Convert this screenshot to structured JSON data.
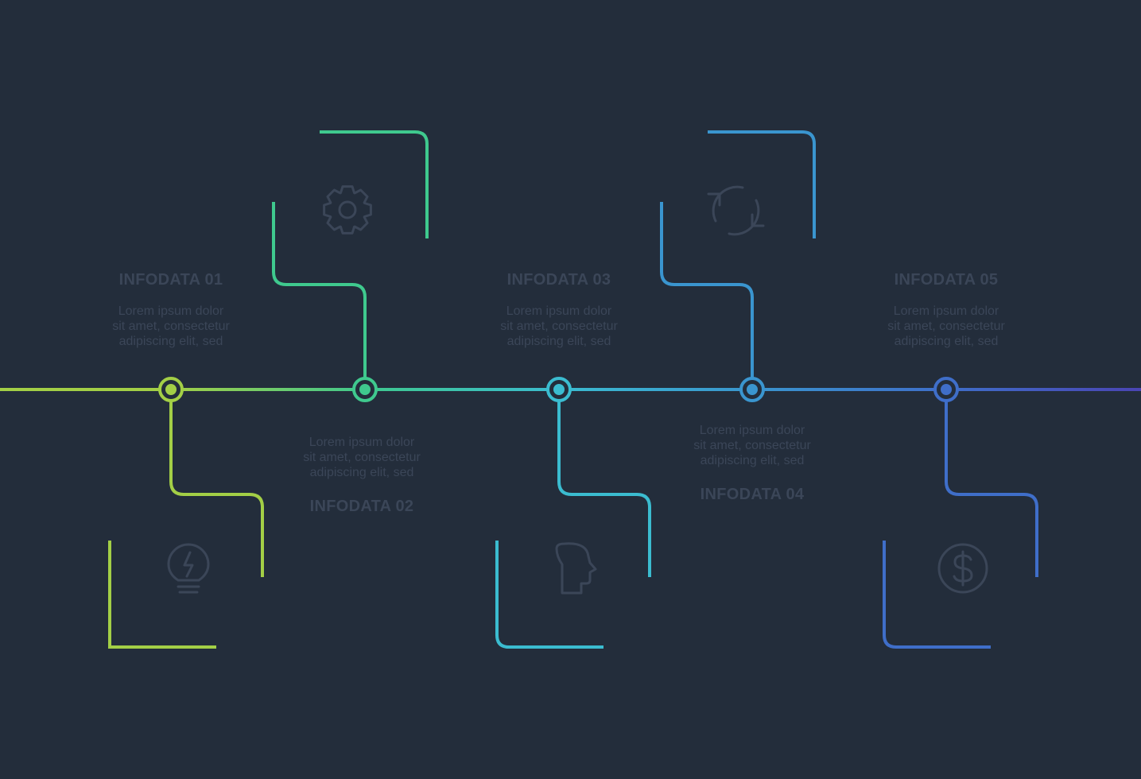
{
  "colors": {
    "background": "#232d3b",
    "muted_text": "#3b4658",
    "icon": "#3b4658",
    "step1": "#a3cf46",
    "step2": "#3fc98e",
    "step3": "#3bbcd0",
    "step4": "#3a95cf",
    "step5": "#3f6ec9",
    "tail": "#4a45b3"
  },
  "steps": [
    {
      "title": "INFODATA 01",
      "text": [
        "Lorem ipsum dolor",
        "sit amet, consectetur",
        "adipiscing elit, sed"
      ],
      "icon": "lightbulb-icon"
    },
    {
      "title": "INFODATA 02",
      "text": [
        "Lorem ipsum dolor",
        "sit amet, consectetur",
        "adipiscing elit, sed"
      ],
      "icon": "gear-icon"
    },
    {
      "title": "INFODATA 03",
      "text": [
        "Lorem ipsum dolor",
        "sit amet, consectetur",
        "adipiscing elit, sed"
      ],
      "icon": "head-icon"
    },
    {
      "title": "INFODATA 04",
      "text": [
        "Lorem ipsum dolor",
        "sit amet, consectetur",
        "adipiscing elit, sed"
      ],
      "icon": "refresh-icon"
    },
    {
      "title": "INFODATA 05",
      "text": [
        "Lorem ipsum dolor",
        "sit amet, consectetur",
        "adipiscing elit, sed"
      ],
      "icon": "dollar-icon"
    }
  ]
}
